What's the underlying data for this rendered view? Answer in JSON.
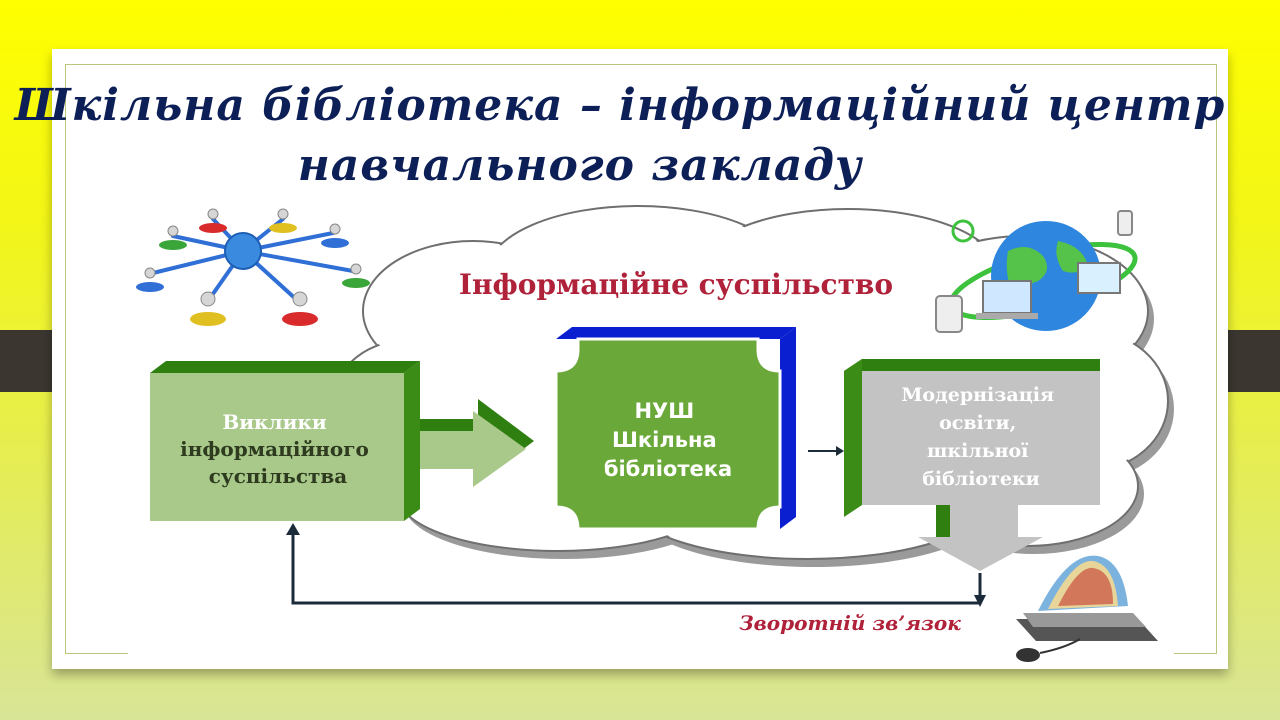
{
  "slide": {
    "title_line1": "Шкільна бібліотека – інформаційний центр",
    "title_line2": "навчального закладу"
  },
  "diagram": {
    "cloud_label": "Інформаційне суспільство",
    "box1": [
      "Виклики",
      "інформаційного",
      "суспільства"
    ],
    "box2": [
      "НУШ",
      "Шкільна",
      "бібліотека"
    ],
    "box3": [
      "Модернізація",
      "освіти,",
      "шкільної",
      "бібліотеки"
    ],
    "feedback_label": "Зворотній зв’язок"
  },
  "colors": {
    "title": "#0d1f57",
    "cloud_label": "#b0213a",
    "feedback_label": "#b0213a",
    "box1_face": "#a9c98b",
    "box2_face": "#6aa939",
    "box3_face": "#c3c3c3",
    "accent_blue": "#0a1fd0"
  },
  "icons": [
    "network-people-icon",
    "globe-devices-icon",
    "laptop-book-icon"
  ]
}
